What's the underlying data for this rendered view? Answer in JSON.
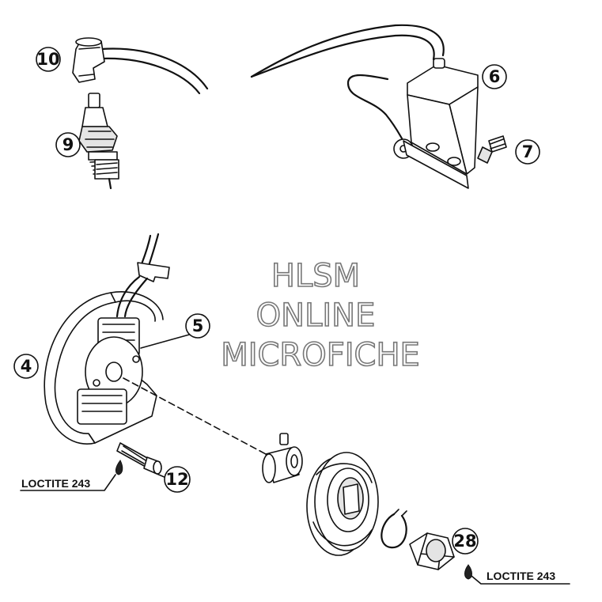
{
  "watermark": {
    "line1": "HLSM",
    "line2": "ONLINE",
    "line3": "MICROFICHE"
  },
  "callouts": {
    "p10": "10",
    "p9": "9",
    "p6": "6",
    "p7": "7",
    "p5": "5",
    "p4": "4",
    "p12": "12",
    "p28": "28"
  },
  "notes": {
    "loctite_left": "LOCTITE 243",
    "loctite_right": "LOCTITE 243"
  }
}
